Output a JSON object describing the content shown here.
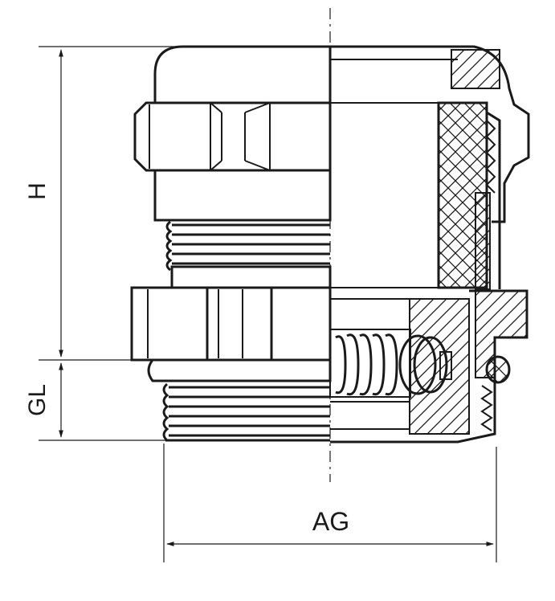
{
  "labels": {
    "height": "H",
    "thread_length": "GL",
    "thread_diameter": "AG"
  },
  "colors": {
    "line": "#1a1a1a",
    "background": "#ffffff"
  }
}
